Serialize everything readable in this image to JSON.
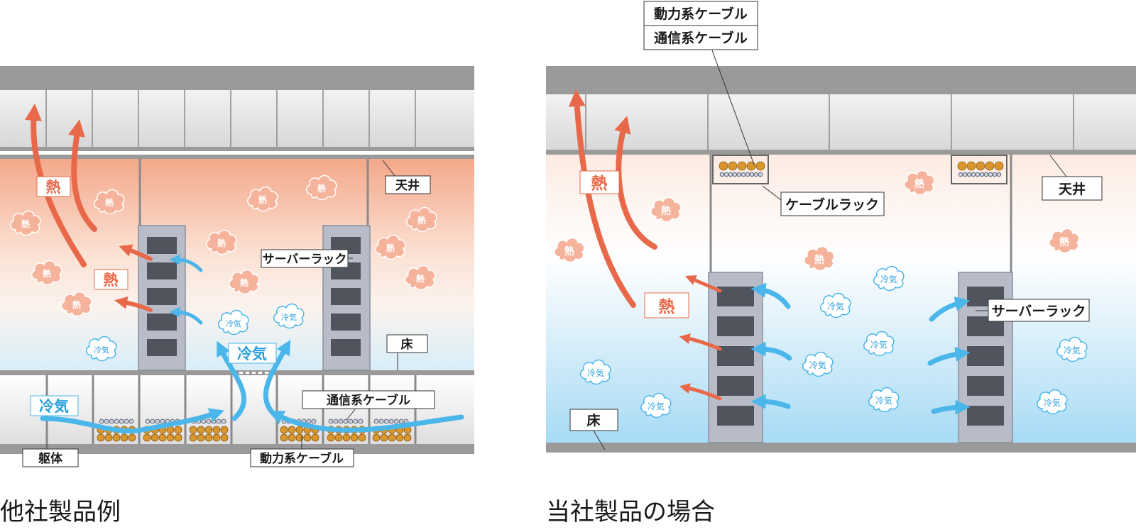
{
  "left": {
    "caption": "他社製品例",
    "labels": {
      "ceiling": "天井",
      "floor": "床",
      "server_rack": "サーバーラック",
      "comm_cable": "通信系ケーブル",
      "power_cable": "動力系ケーブル",
      "structure": "躯体",
      "heat": "熱",
      "cold": "冷気"
    }
  },
  "right": {
    "caption": "当社製品の場合",
    "labels": {
      "power_cable": "動力系ケーブル",
      "comm_cable": "通信系ケーブル",
      "cable_rack": "ケーブルラック",
      "ceiling": "天井",
      "floor": "床",
      "server_rack": "サーバーラック",
      "heat": "熱",
      "cold": "冷気"
    }
  },
  "colors": {
    "heat": "#e8694a",
    "cold": "#4bb6ea",
    "structure": "#9a9a9a",
    "rack": "#b8bcc8",
    "rack_slot": "#50545c",
    "cable_power": "#d8962c"
  }
}
